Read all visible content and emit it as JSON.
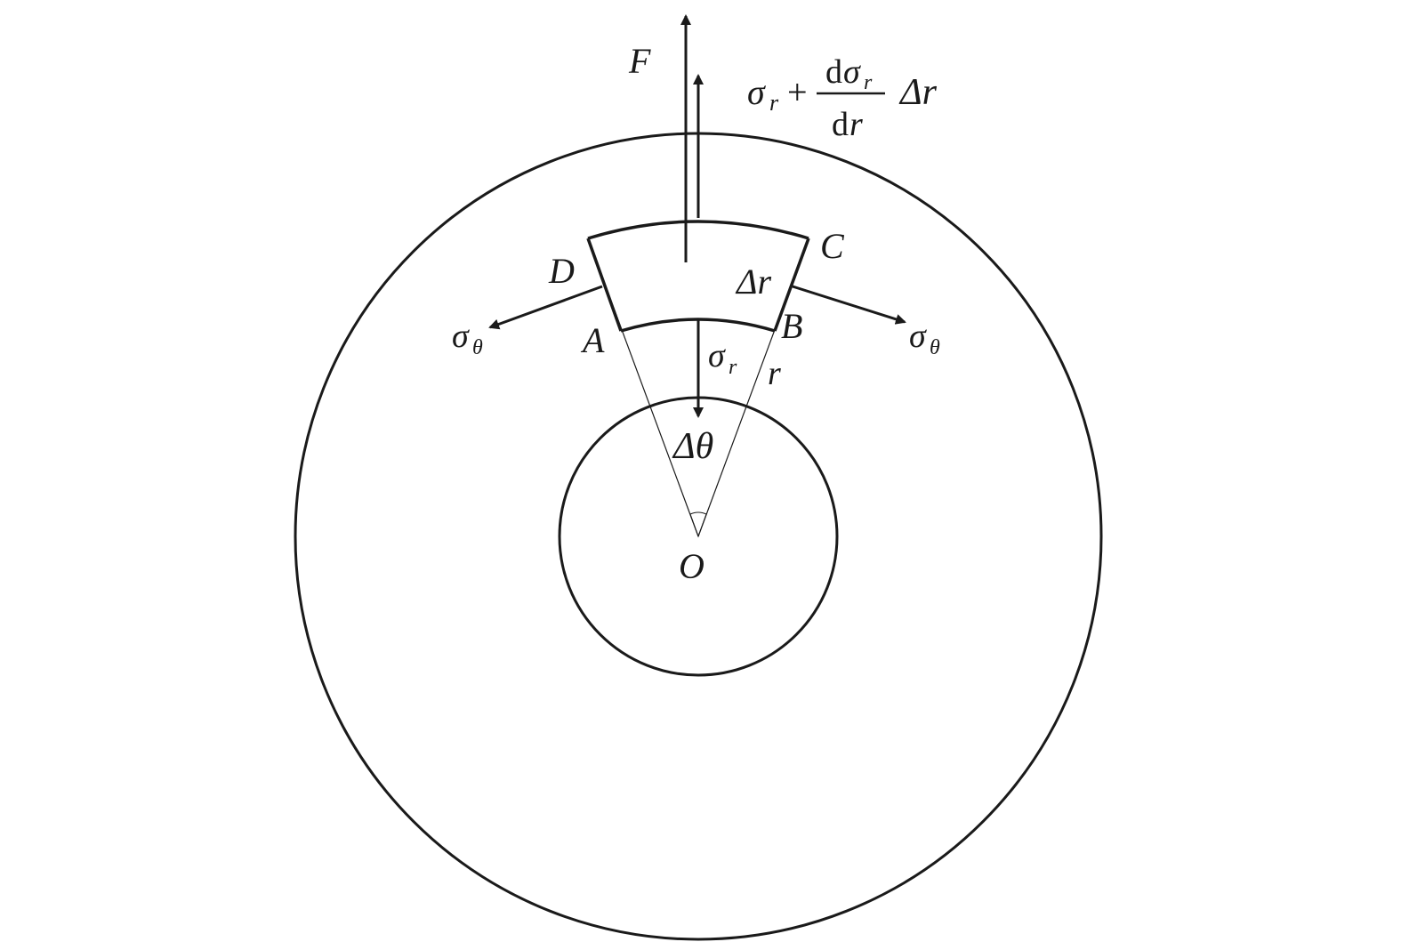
{
  "labels": {
    "force": "F",
    "point_a": "A",
    "point_b": "B",
    "point_c": "C",
    "point_d": "D",
    "origin": "O",
    "radius": "r",
    "delta_r_element": "Δr",
    "delta_theta": "Δθ",
    "sigma": "σ",
    "sub_r": "r",
    "sub_theta": "θ",
    "formula_plus": "+",
    "formula_d_upright": "d",
    "formula_r_italic": "r",
    "formula_delta_r": "Δr"
  },
  "colors": {
    "ink": "#1a1a1a",
    "background": "#ffffff"
  }
}
